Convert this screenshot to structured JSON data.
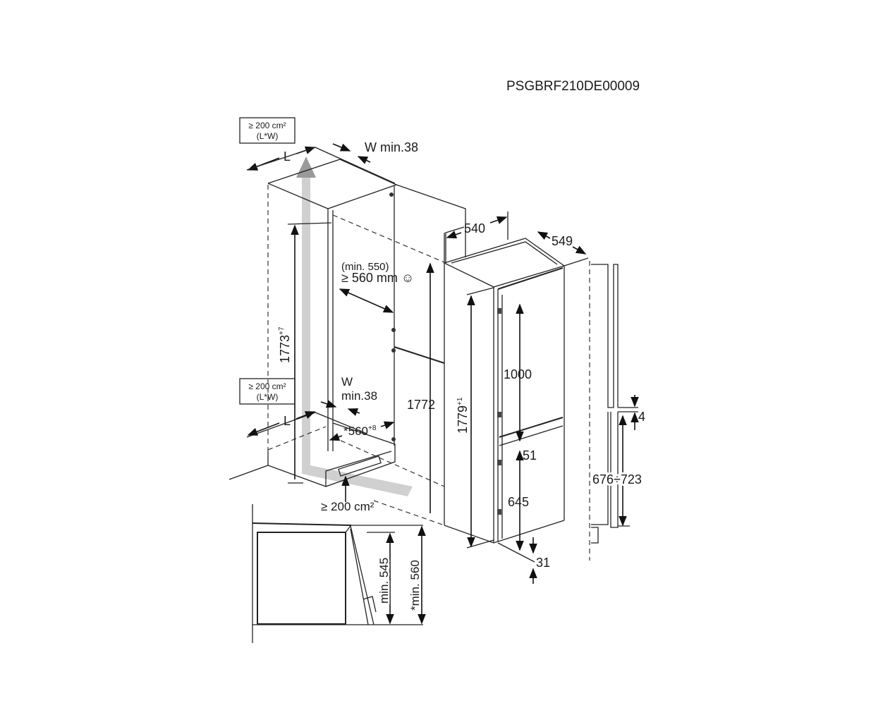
{
  "drawing_code": "PSGBRF210DE00009",
  "vent_top": {
    "area": "≥ 200 cm²",
    "formula": "(L*W)",
    "length_label": "L",
    "width_label": "W min.38"
  },
  "vent_bottom": {
    "area": "≥ 200 cm²",
    "formula": "(L*W)",
    "length_label": "L",
    "width_label_w": "W",
    "width_label_min": "min.38"
  },
  "niche": {
    "height": "1773",
    "height_tol": "+7",
    "depth_alt": "(min. 550)",
    "depth": "≥ 560 mm ☺",
    "width": "*560",
    "width_tol": "+8",
    "plinth_vent": "≥ 200 cm²"
  },
  "appliance": {
    "width": "540",
    "depth": "549",
    "height_total": "1772",
    "height_door": "1779",
    "height_door_tol": "+1",
    "upper_door": "1000",
    "gap": "51",
    "lower_door": "645",
    "bottom_offset": "31"
  },
  "door_profile": {
    "gap": "4",
    "range": "676÷723"
  },
  "section": {
    "min_inner": "min. 545",
    "min_outer": "*min. 560"
  }
}
